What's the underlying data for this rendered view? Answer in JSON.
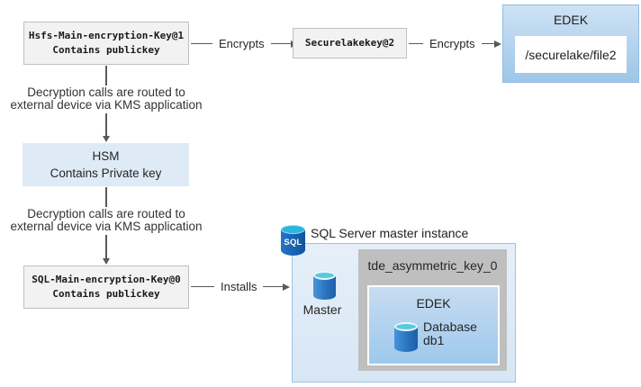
{
  "colors": {
    "key_box_fill": "#F2F2F2",
    "key_box_border": "#BFBFBF",
    "hsm_fill": "#DEEAF6",
    "edek_gradient_top": "#CFE2F4",
    "edek_gradient_bottom": "#9CC6E8",
    "instance_fill": "#DCE9F7",
    "instance_border": "#9DC3E6",
    "tde_box_fill": "#BFBFBF",
    "cylinder_blue": "#2B73BE",
    "cylinder_top_cyan": "#5BC8DE",
    "arrow_color": "#595959"
  },
  "nodes": {
    "hsfs_key": {
      "line1": "Hsfs-Main-encryption-Key@1",
      "line2": "Contains publickey"
    },
    "securelake_key": {
      "label": "Securelakekey@2"
    },
    "edek_file": {
      "title": "EDEK",
      "file_path": "/securelake/file2"
    },
    "kms_note_top": {
      "line1": "Decryption calls are routed to",
      "line2": "external device via KMS application"
    },
    "hsm": {
      "title": "HSM",
      "subtitle": "Contains Private key"
    },
    "kms_note_bottom": {
      "line1": "Decryption calls are routed to",
      "line2": "external device via KMS application"
    },
    "sql_key": {
      "line1": "SQL-Main-encryption-Key@0",
      "line2": "Contains publickey"
    },
    "sql_instance": {
      "icon_text": "SQL",
      "title": "SQL Server master instance",
      "master_label": "Master",
      "tde_key_label": "tde_asymmetric_key_0",
      "edek_title": "EDEK",
      "database_line1": "Database",
      "database_line2": "db1"
    }
  },
  "edges": {
    "encrypts_1": "Encrypts",
    "encrypts_2": "Encrypts",
    "installs": "Installs"
  }
}
